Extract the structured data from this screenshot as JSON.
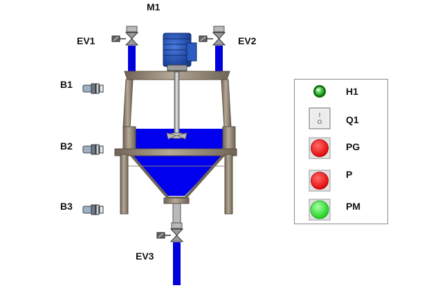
{
  "labels": {
    "motor": "M1",
    "valve_inlet_left": "EV1",
    "valve_inlet_right": "EV2",
    "valve_outlet": "EV3",
    "sensor_top": "B1",
    "sensor_mid": "B2",
    "sensor_bottom": "B3"
  },
  "panel": {
    "items": [
      {
        "label": "H1",
        "type": "pilot-light",
        "color": "#1db31d"
      },
      {
        "label": "Q1",
        "type": "switch",
        "switch_on_text": "I",
        "switch_off_text": "O"
      },
      {
        "label": "PG",
        "type": "push-button",
        "color": "#ff0000"
      },
      {
        "label": "P",
        "type": "push-button",
        "color": "#ff0000"
      },
      {
        "label": "PM",
        "type": "push-button",
        "color": "#18e018"
      }
    ]
  },
  "colors": {
    "liquid": "#0000ee",
    "pipe": "#0000dd",
    "tank_frame": "#8f8271",
    "motor": "#1f4fb8"
  }
}
